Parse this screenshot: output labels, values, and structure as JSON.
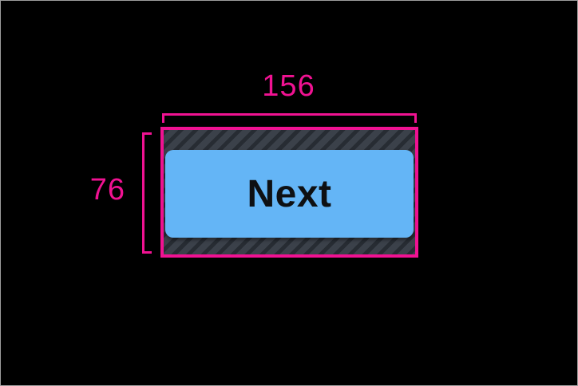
{
  "figure": {
    "description": "Button tap target with dimension annotations",
    "width_label": "156",
    "height_label": "76"
  },
  "button": {
    "label": "Next"
  },
  "colors": {
    "background": "#000000",
    "frame_border": "#9e9e9e",
    "guide_pink": "#f01292",
    "button_fill": "#64b5f6",
    "button_text": "#0e1013",
    "hatch_base": "#3b414a",
    "hatch_stripe": "#272c33"
  }
}
